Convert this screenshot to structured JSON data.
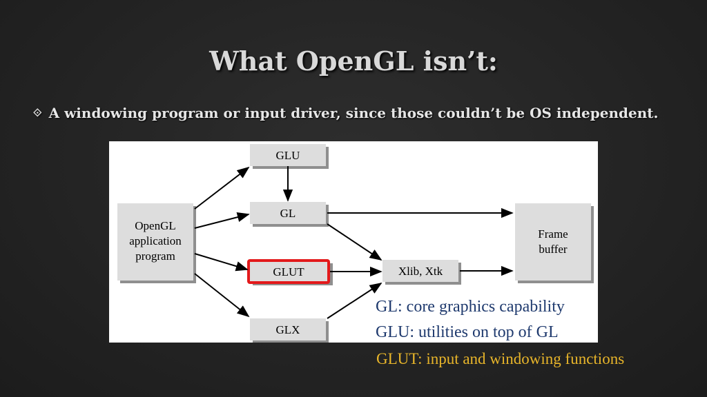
{
  "slide": {
    "title": "What OpenGL isn’t:",
    "bullet_icon": "diamond-outline-icon",
    "bullet_text": "A windowing program or input driver, since those couldn’t be OS independent."
  },
  "diagram": {
    "nodes": {
      "glu": "GLU",
      "gl": "GL",
      "app_line1": "OpenGL",
      "app_line2": "application",
      "app_line3": "program",
      "glut": "GLUT",
      "glx": "GLX",
      "xlib": "Xlib, Xtk",
      "frame_line1": "Frame",
      "frame_line2": "buffer"
    },
    "highlight_color": "#e3191b",
    "legend": {
      "gl": "GL: core graphics capability",
      "glu": "GLU: utilities on top of GL"
    }
  },
  "caption": {
    "glut": "GLUT: input and windowing functions",
    "color": "#e8b52a"
  }
}
